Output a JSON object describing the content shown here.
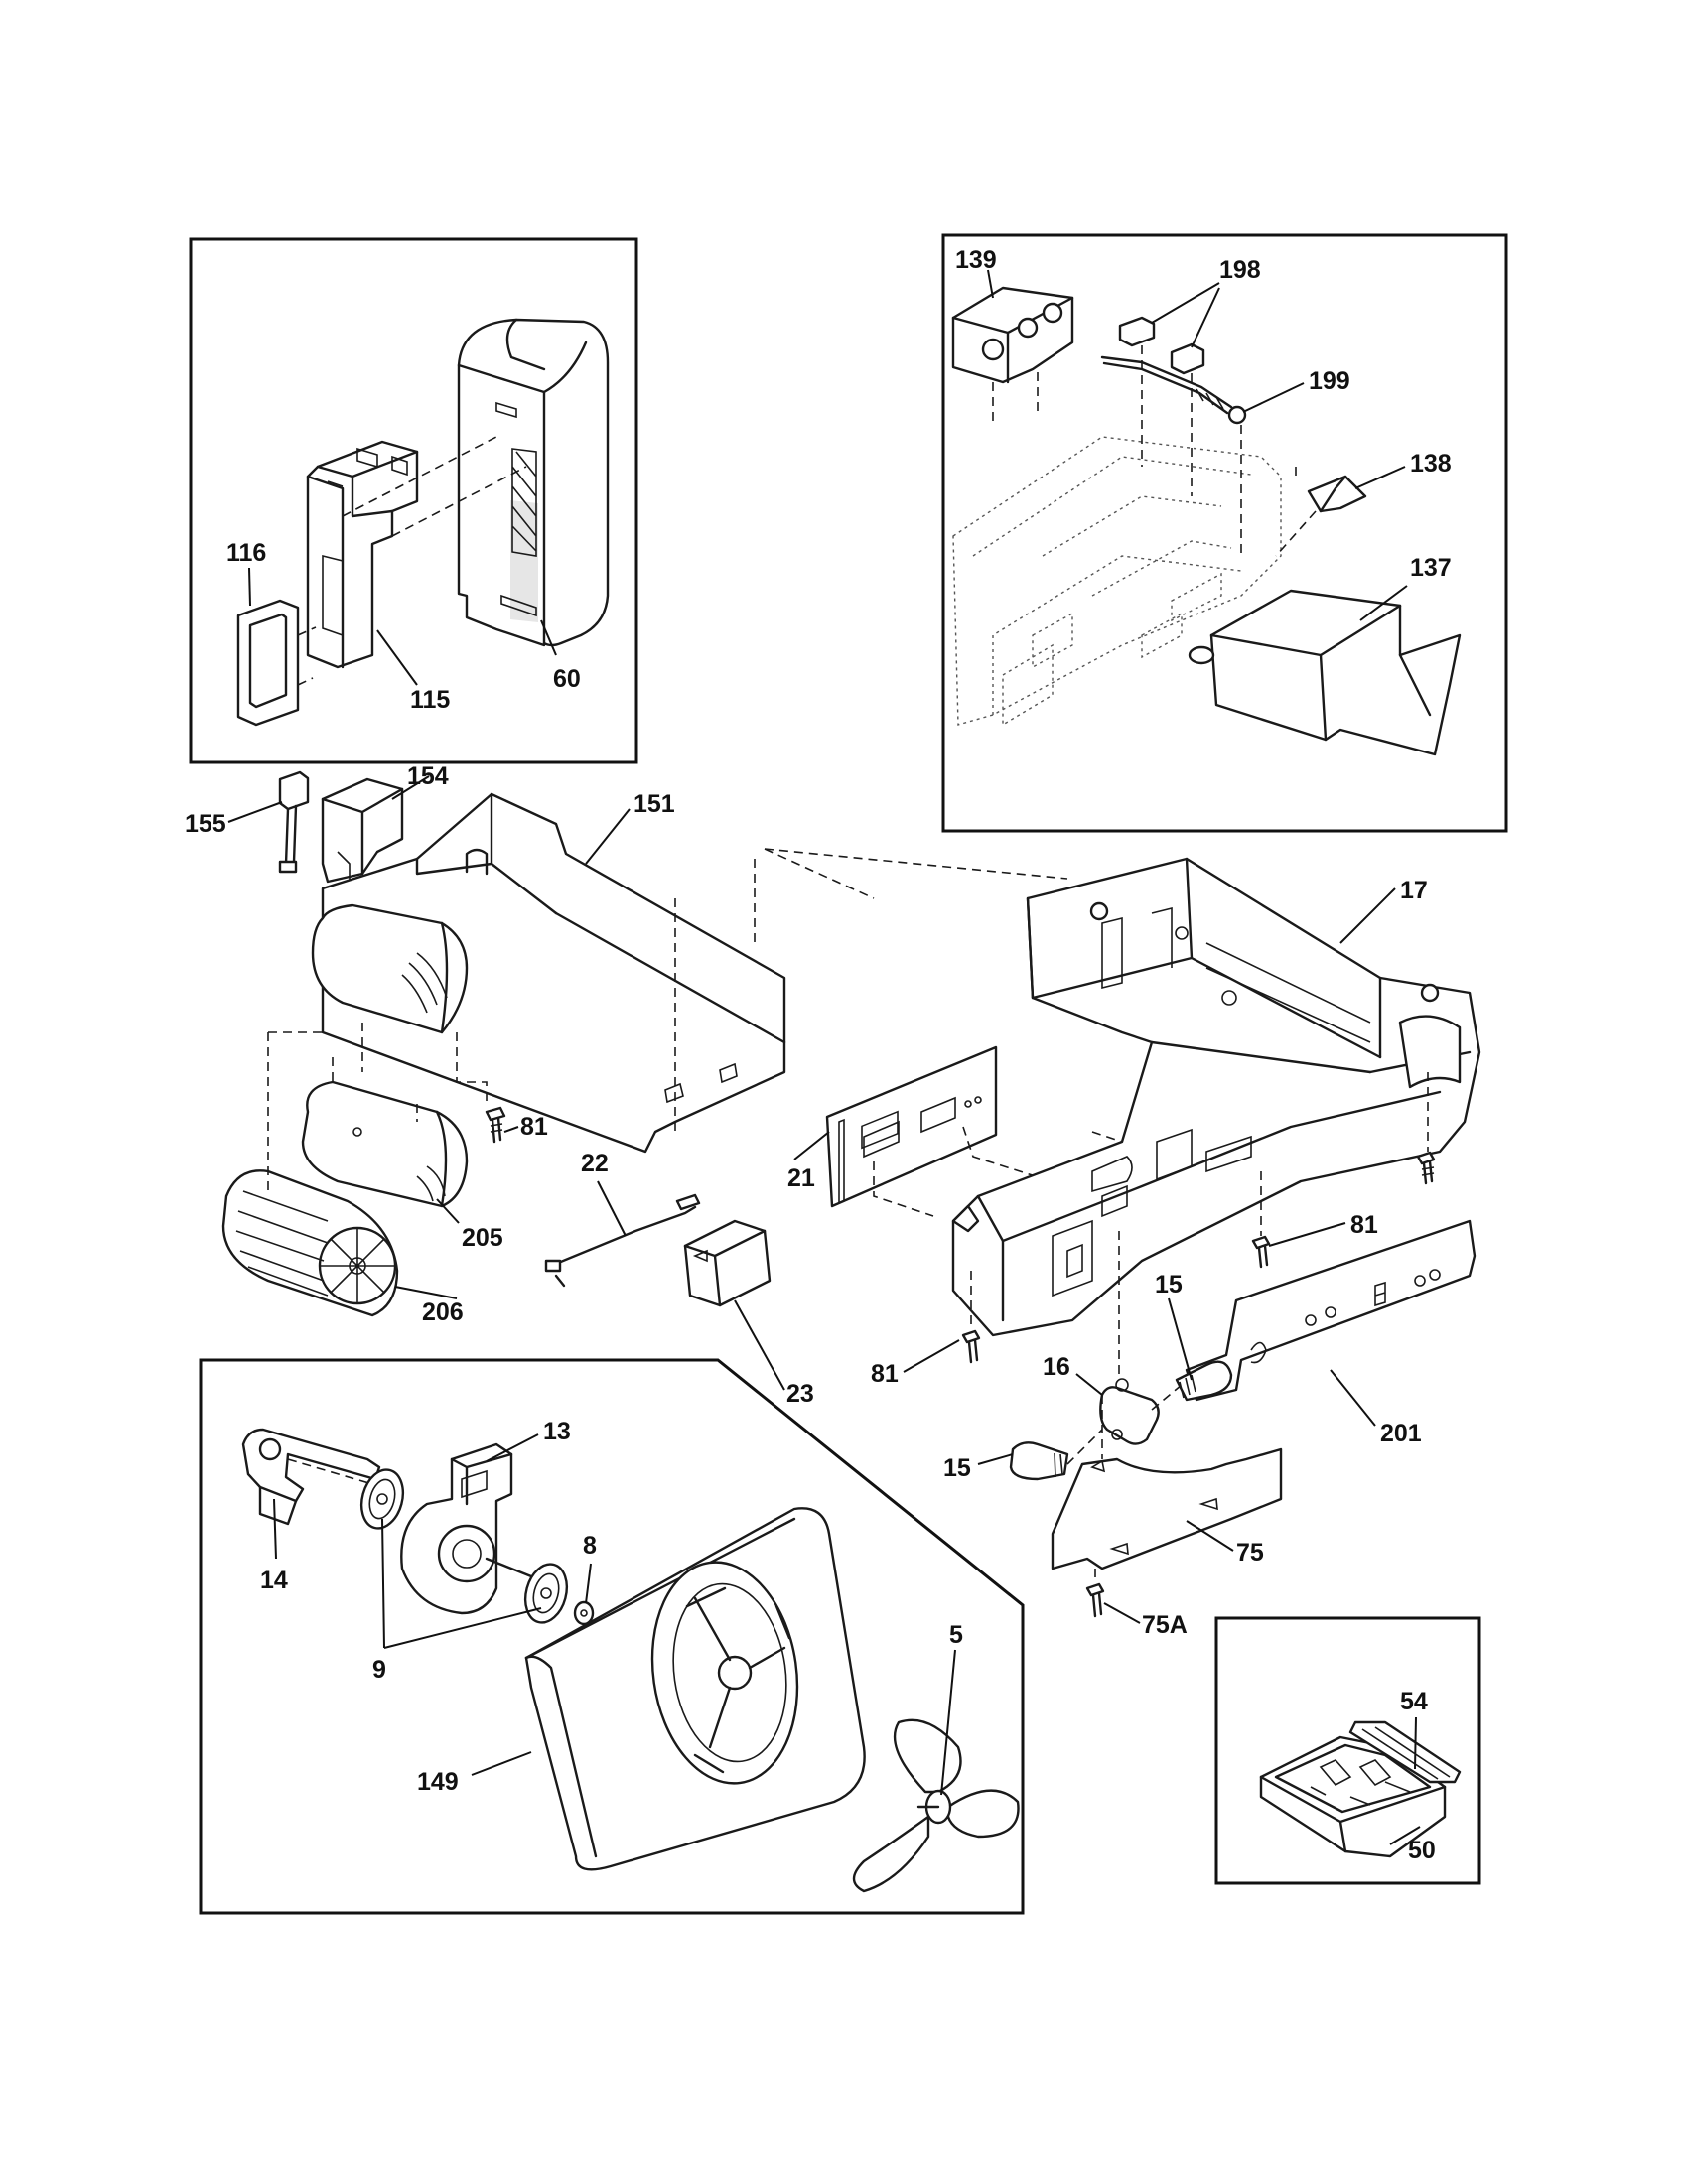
{
  "diagram": {
    "callouts": {
      "p139": "139",
      "p198": "198",
      "p199": "199",
      "p138": "138",
      "p137": "137",
      "p116": "116",
      "p115": "115",
      "p60": "60",
      "p155": "155",
      "p154": "154",
      "p151": "151",
      "p17": "17",
      "p81a": "81",
      "p205": "205",
      "p206": "206",
      "p22": "22",
      "p21": "21",
      "p81b": "81",
      "p23": "23",
      "p81c": "81",
      "p16": "16",
      "p15a": "15",
      "p15b": "15",
      "p201": "201",
      "p13": "13",
      "p14": "14",
      "p9": "9",
      "p8": "8",
      "p5": "5",
      "p149": "149",
      "p75": "75",
      "p75a": "75A",
      "p54": "54",
      "p50": "50"
    }
  }
}
